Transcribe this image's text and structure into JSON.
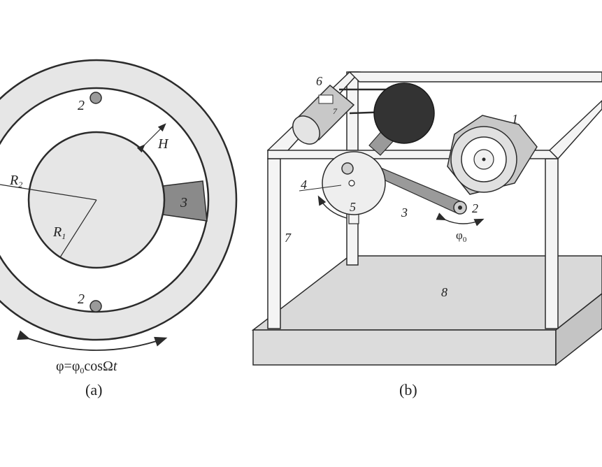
{
  "figure_a": {
    "labels": {
      "ball_top": "2",
      "ball_bottom": "2",
      "gap": "H",
      "outer_radius_base": "R",
      "outer_radius_sub": "2",
      "inner_radius_base": "R",
      "inner_radius_sub": "1",
      "block": "3"
    },
    "formula": {
      "left": "φ=φ",
      "sub": "0",
      "right": "cosΩ",
      "var": "t"
    },
    "caption": "(a)"
  },
  "figure_b": {
    "labels": {
      "rig": "1",
      "pivot": "2",
      "rod": "3",
      "crank": "4",
      "disk": "5",
      "motor": "6",
      "motor_label": "7",
      "frame": "7",
      "base": "8",
      "angle_base": "φ",
      "angle_sub": "0"
    },
    "caption": "(b)"
  },
  "colors": {
    "ring_fill": "#e6e6e6",
    "stroke": "#2b2b2b",
    "block_fill": "#8a8a8a",
    "ball_fill": "#9a9a9a",
    "dark_disk": "#333333",
    "motor_fill": "#c8c8c8"
  }
}
